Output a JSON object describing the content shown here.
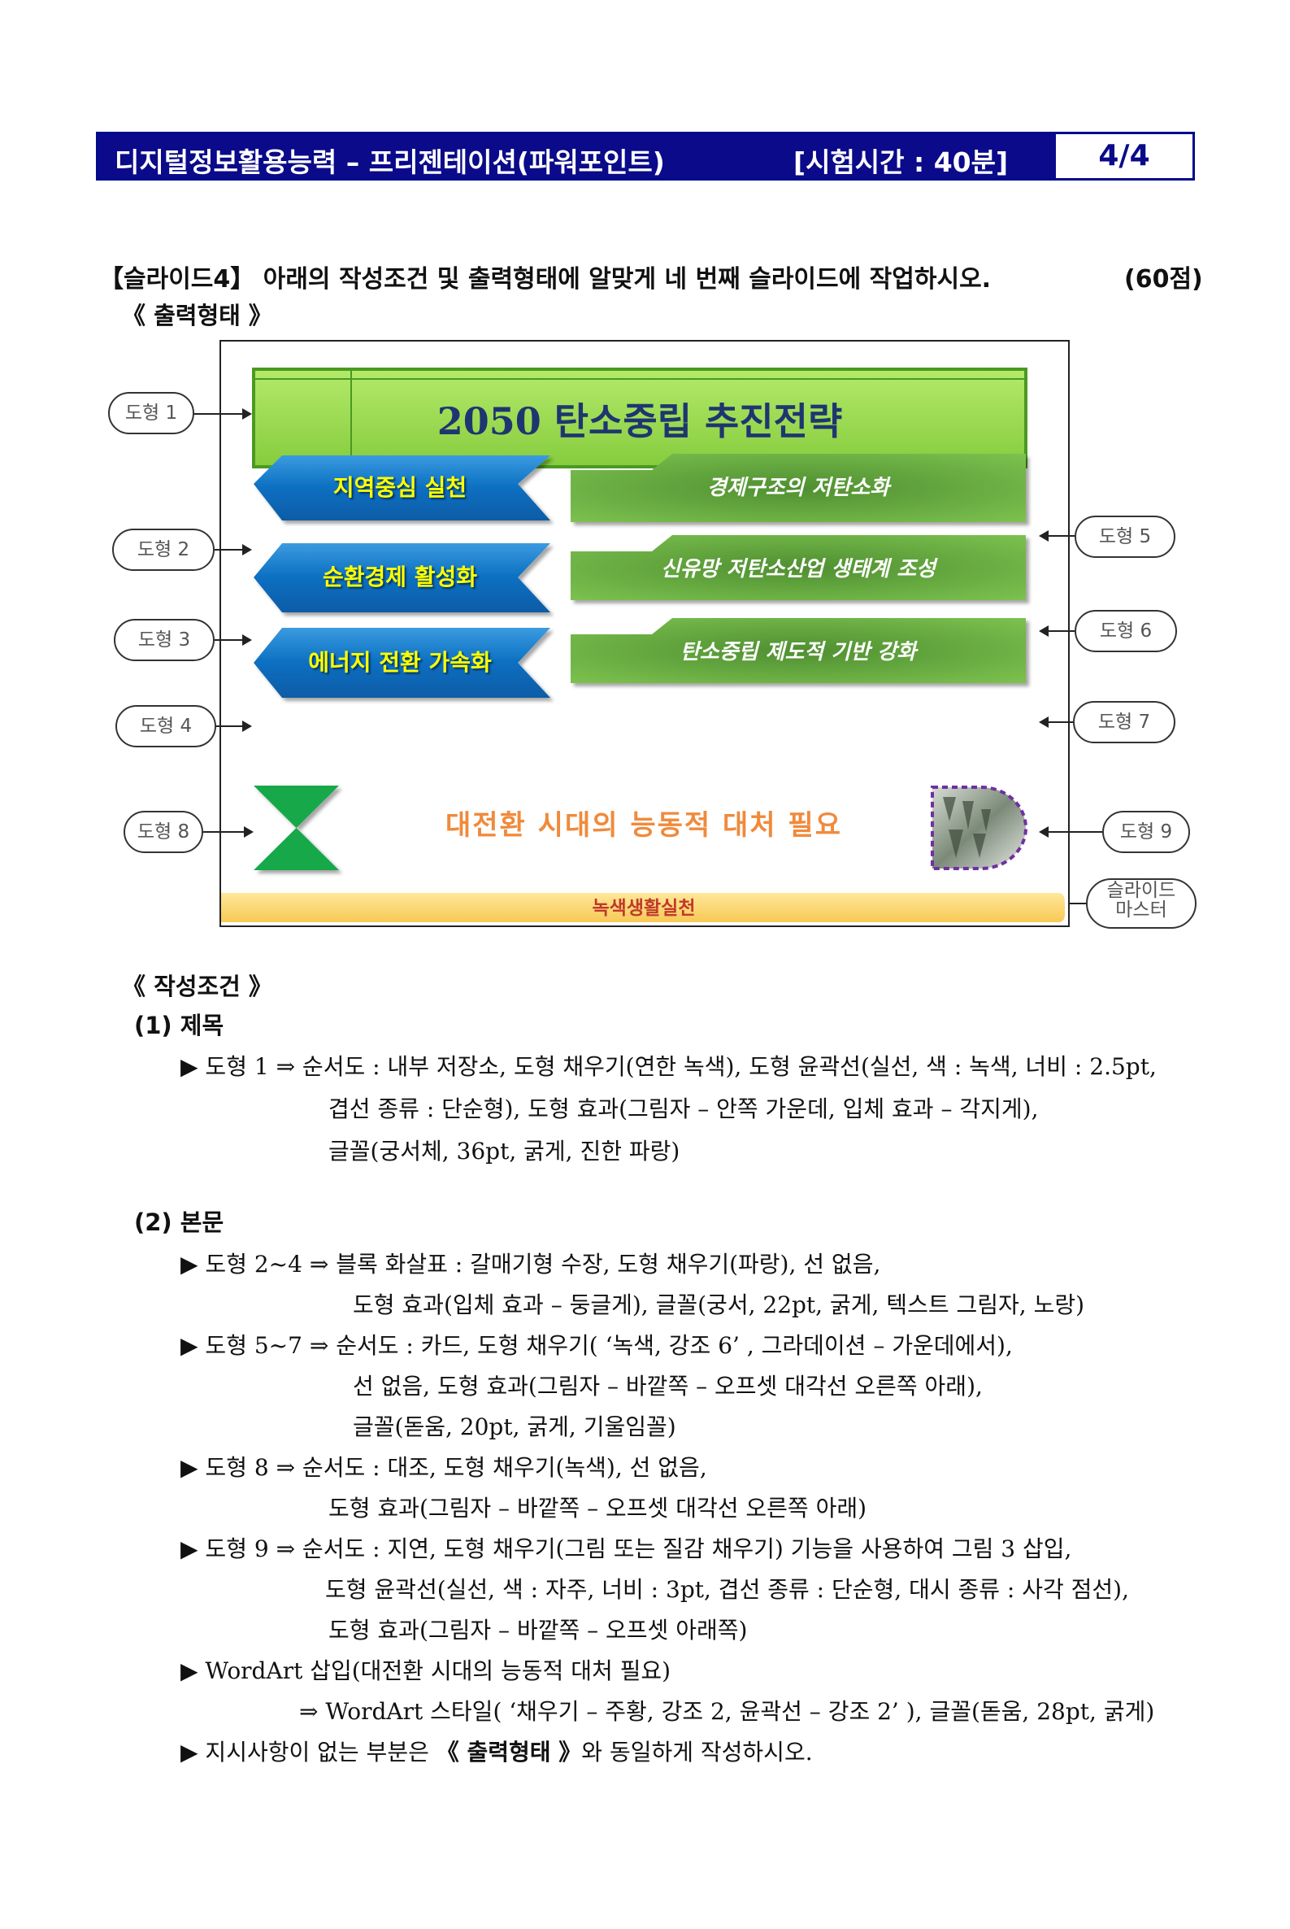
{
  "header": {
    "title": "디지털정보활용능력 – 프리젠테이션(파워포인트)",
    "time": "[시험시간 : 40분]",
    "page": "4/4"
  },
  "task": {
    "line": "【슬라이드4】 아래의 작성조건 및 출력형태에 알맞게 네 번째 슬라이드에 작업하시오.",
    "points": "(60점)",
    "output_heading": "《 출력형태 》"
  },
  "slide": {
    "title": "2050 탄소중립 추진전략",
    "arrows": [
      "지역중심 실천",
      "순환경제 활성화",
      "에너지 전환 가속화"
    ],
    "cards": [
      "경제구조의 저탄소화",
      "신유망 저탄소산업 생태계 조성",
      "탄소중립 제도적 기반 강화"
    ],
    "wordart": "대전환 시대의 능동적 대처 필요",
    "footer": "녹색생활실천",
    "colors": {
      "title_fill": "#92d050",
      "title_text": "#1f3864",
      "arrow_fill": "#0070c0",
      "arrow_text": "#ffff00",
      "card_fill": "#70ad47",
      "wordart": "#ed7d31",
      "collate": "#00b050",
      "footer_fill": "#ffd966"
    }
  },
  "callouts": {
    "s1": "도형 1",
    "s2": "도형 2",
    "s3": "도형 3",
    "s4": "도형 4",
    "s5": "도형 5",
    "s6": "도형 6",
    "s7": "도형 7",
    "s8": "도형 8",
    "s9": "도형 9",
    "master_l1": "슬라이드",
    "master_l2": "마스터"
  },
  "conditions": {
    "heading": "《 작성조건 》",
    "sec1": "(1) 제목",
    "c1_l1": "▶ 도형 1 ⇒ 순서도 : 내부 저장소, 도형 채우기(연한 녹색), 도형 윤곽선(실선, 색 : 녹색, 너비 : 2.5pt,",
    "c1_l2": "겹선 종류 : 단순형), 도형 효과(그림자 – 안쪽 가운데, 입체 효과 – 각지게),",
    "c1_l3": "글꼴(궁서체, 36pt, 굵게, 진한 파랑)",
    "sec2": "(2) 본문",
    "c2_l1": "▶ 도형 2~4 ⇒ 블록 화살표 : 갈매기형 수장, 도형 채우기(파랑), 선 없음,",
    "c2_l2": "도형 효과(입체 효과 – 둥글게), 글꼴(궁서, 22pt, 굵게, 텍스트 그림자, 노랑)",
    "c3_l1": "▶ 도형 5~7 ⇒ 순서도 : 카드, 도형 채우기( ‘녹색, 강조 6’ , 그라데이션 – 가운데에서),",
    "c3_l2": "선 없음, 도형 효과(그림자 – 바깥쪽 – 오프셋 대각선 오른쪽 아래),",
    "c3_l3": "글꼴(돋움, 20pt, 굵게, 기울임꼴)",
    "c4_l1": "▶ 도형 8 ⇒ 순서도 : 대조, 도형 채우기(녹색), 선 없음,",
    "c4_l2": "도형 효과(그림자 – 바깥쪽 – 오프셋 대각선 오른쪽 아래)",
    "c5_l1": "▶ 도형 9 ⇒ 순서도 : 지연, 도형 채우기(그림 또는 질감 채우기) 기능을 사용하여 그림 3 삽입,",
    "c5_l2": "도형 윤곽선(실선, 색 : 자주, 너비 : 3pt, 겹선 종류 : 단순형, 대시 종류 : 사각 점선),",
    "c5_l3": "도형 효과(그림자 – 바깥쪽 – 오프셋 아래쪽)",
    "c6_l1": "▶ WordArt 삽입(대전환 시대의 능동적 대처 필요)",
    "c6_l2": "⇒ WordArt 스타일( ‘채우기 – 주황, 강조 2, 윤곽선 – 강조 2’ ), 글꼴(돋움, 28pt, 굵게)",
    "c7_pre": "▶ 지시사항이 없는 부분은 ",
    "c7_bold": "《 출력형태 》",
    "c7_post": "와 동일하게 작성하시오."
  }
}
